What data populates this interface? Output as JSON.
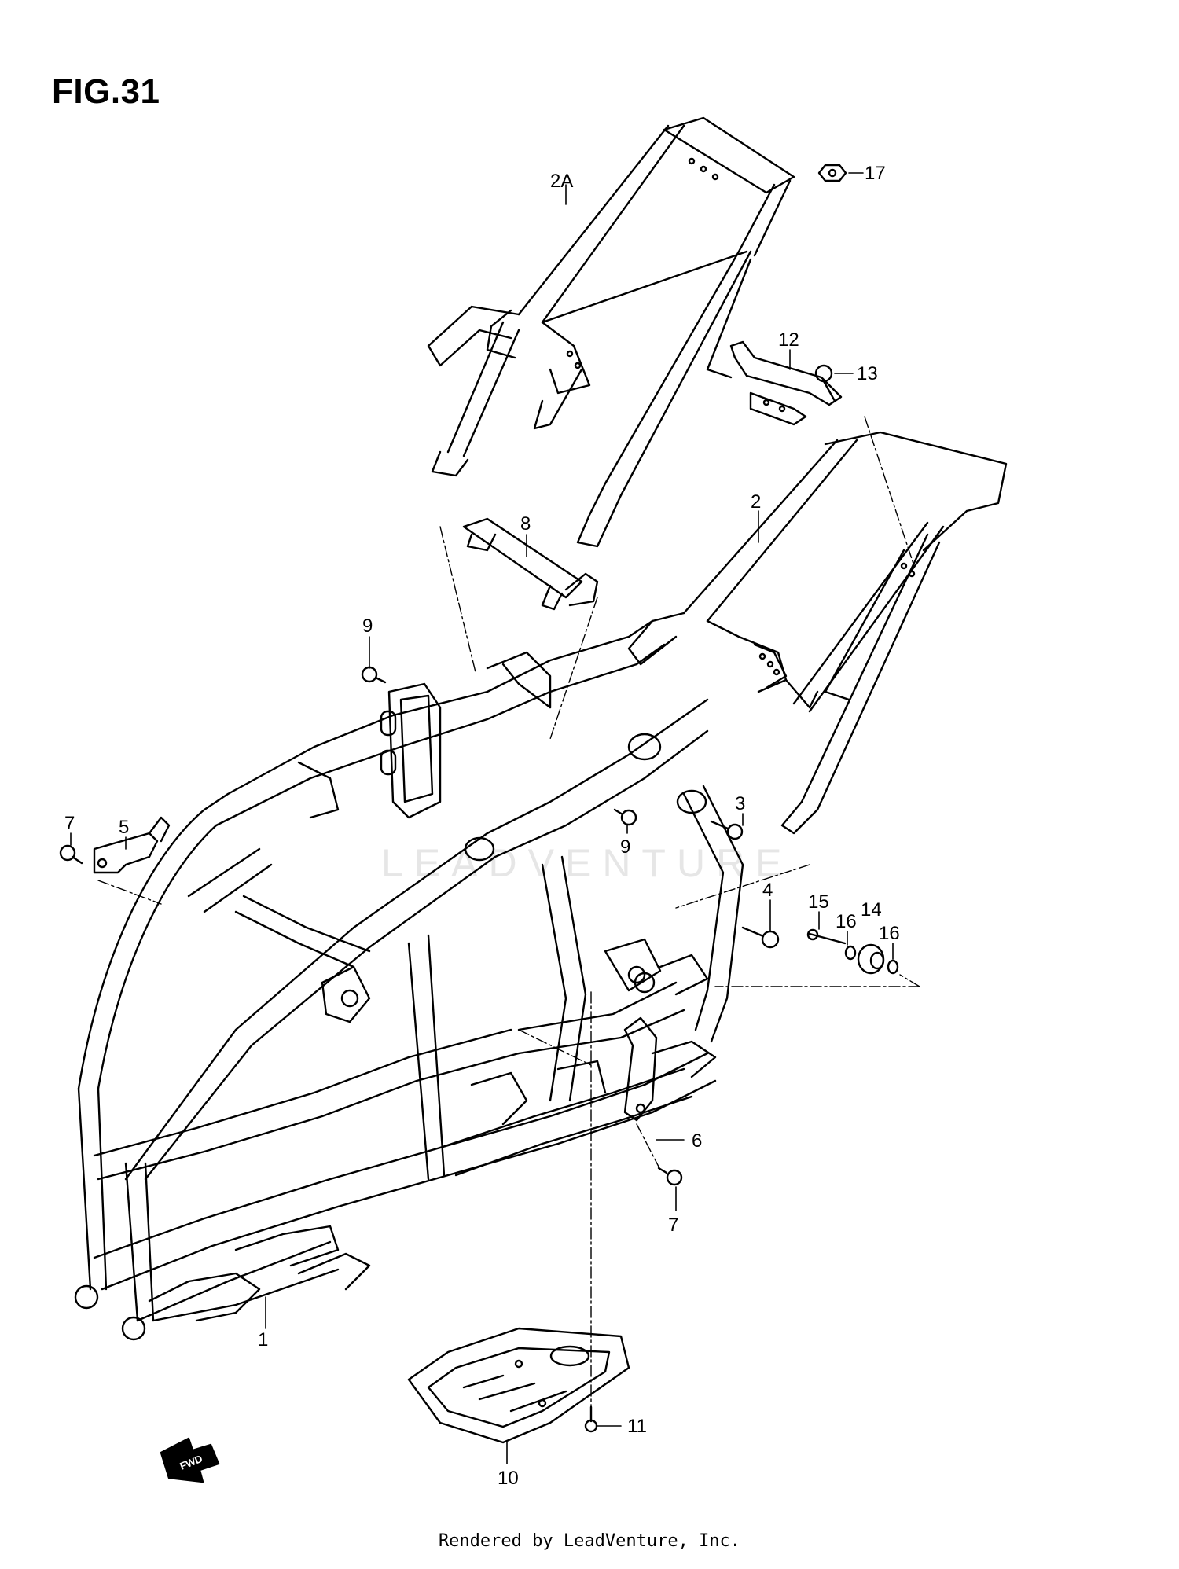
{
  "figure": {
    "title": "FIG.31"
  },
  "watermark": "LEADVENTURE",
  "direction_arrow": {
    "label": "FWD"
  },
  "callouts": [
    {
      "id": "c-2a",
      "label": "2A"
    },
    {
      "id": "c-17",
      "label": "17"
    },
    {
      "id": "c-12",
      "label": "12"
    },
    {
      "id": "c-13",
      "label": "13"
    },
    {
      "id": "c-8",
      "label": "8"
    },
    {
      "id": "c-2",
      "label": "2"
    },
    {
      "id": "c-9a",
      "label": "9"
    },
    {
      "id": "c-3",
      "label": "3"
    },
    {
      "id": "c-7a",
      "label": "7"
    },
    {
      "id": "c-5",
      "label": "5"
    },
    {
      "id": "c-9b",
      "label": "9"
    },
    {
      "id": "c-4",
      "label": "4"
    },
    {
      "id": "c-15",
      "label": "15"
    },
    {
      "id": "c-16a",
      "label": "16"
    },
    {
      "id": "c-14",
      "label": "14"
    },
    {
      "id": "c-16b",
      "label": "16"
    },
    {
      "id": "c-6",
      "label": "6"
    },
    {
      "id": "c-7b",
      "label": "7"
    },
    {
      "id": "c-1",
      "label": "1"
    },
    {
      "id": "c-11",
      "label": "11"
    },
    {
      "id": "c-10",
      "label": "10"
    }
  ],
  "footer": {
    "credit": "Rendered by LeadVenture, Inc."
  }
}
